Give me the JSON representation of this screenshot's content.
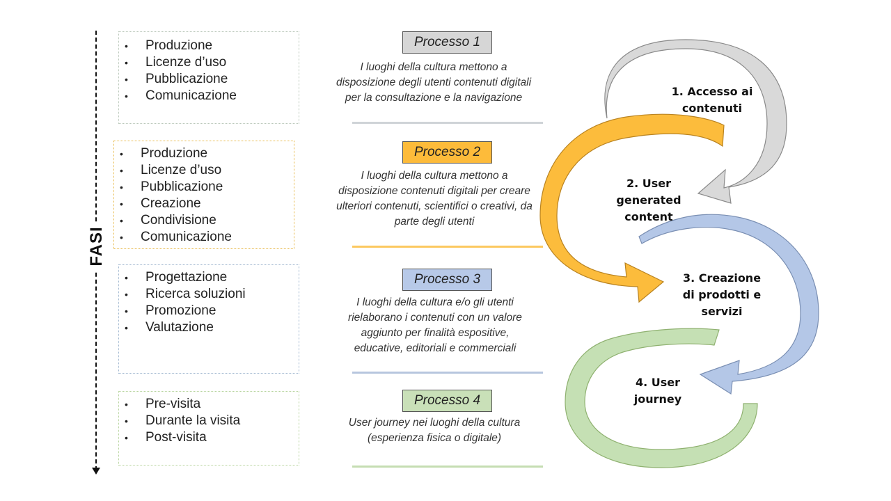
{
  "axis_label": "FASI",
  "phases": [
    {
      "items": [
        "Produzione",
        "Licenze d’uso",
        "Pubblicazione",
        "Comunicazione"
      ],
      "border_color": "#b9c7b9"
    },
    {
      "items": [
        "Produzione",
        "Licenze d’uso",
        "Pubblicazione",
        "Creazione",
        "Condivisione",
        "Comunicazione"
      ],
      "border_color": "#e8b94a"
    },
    {
      "items": [
        "Progettazione",
        "Ricerca soluzioni",
        "Promozione",
        "Valutazione"
      ],
      "border_color": "#9fb6cf"
    },
    {
      "items": [
        "Pre-visita",
        "Durante la visita",
        "Post-visita"
      ],
      "border_color": "#b5d39b"
    }
  ],
  "processes": [
    {
      "title": "Processo 1",
      "fill": "#d6d6d6",
      "line_color": "#cfd3d7",
      "description": "I luoghi  della cultura mettono a disposizione degli utenti contenuti digitali per la consultazione e la navigazione"
    },
    {
      "title": "Processo 2",
      "fill": "#fdbb3a",
      "line_color": "#fcc860",
      "description": "I luoghi  della cultura mettono a disposizione contenuti digitali per creare ulteriori contenuti, scientifici o creativi, da parte degli utenti"
    },
    {
      "title": "Processo 3",
      "fill": "#b7c9e8",
      "line_color": "#b7c6de",
      "description": "I luoghi della cultura e/o gli utenti rielaborano i contenuti con un valore aggiunto per finalità espositive, educative, editoriali e commerciali"
    },
    {
      "title": "Processo 4",
      "fill": "#c9e0b8",
      "line_color": "#c5ddb2",
      "description": "User journey  nei luoghi della cultura (esperienza fisica o digitale)"
    }
  ],
  "cycle": [
    {
      "label": "1. Accesso ai contenuti",
      "color": "#d9d9d9"
    },
    {
      "label": "2. User generated content",
      "color": "#fcbc3c"
    },
    {
      "label": "3. Creazione di prodotti e servizi",
      "color": "#b4c7e7"
    },
    {
      "label": "4. User journey",
      "color": "#c5e0b4"
    }
  ]
}
